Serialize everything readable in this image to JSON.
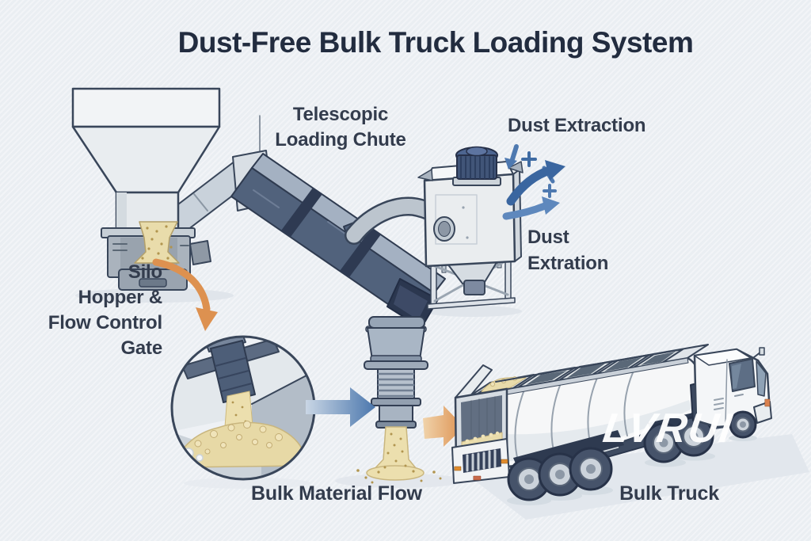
{
  "title": "Dust-Free Bulk Truck Loading System",
  "labels": {
    "telescopic_chute": "Telescopic\nLoading Chute",
    "dust_extraction": "Dust Extraction",
    "dust_extration": "Dust\nExtration",
    "silo_hopper": "Silo\nHopper &\nFlow Control\nGate",
    "bulk_material_flow": "Bulk Material Flow",
    "bulk_truck": "Bulk Truck"
  },
  "watermark": "LVRUI",
  "icons": {
    "dust_flow_arrows": "curved-blue-arrows-with-plus-sparkles",
    "material_flow_arrow_blue": "right-arrow",
    "material_flow_arrow_orange": "right-arrow",
    "hopper_to_inset_arrow": "curved-down-arrow"
  },
  "colors": {
    "background": "#edf0f4",
    "title_text": "#222c3f",
    "label_text": "#333c4d",
    "arrow_blue": "#4b77ad",
    "arrow_orange": "#dd9150",
    "material_tan": "#e9dcab",
    "chute_slate": "#51627c",
    "machine_gray": "#eaedef",
    "outline_navy": "#39465a",
    "watermark_white": "#ffffff"
  }
}
